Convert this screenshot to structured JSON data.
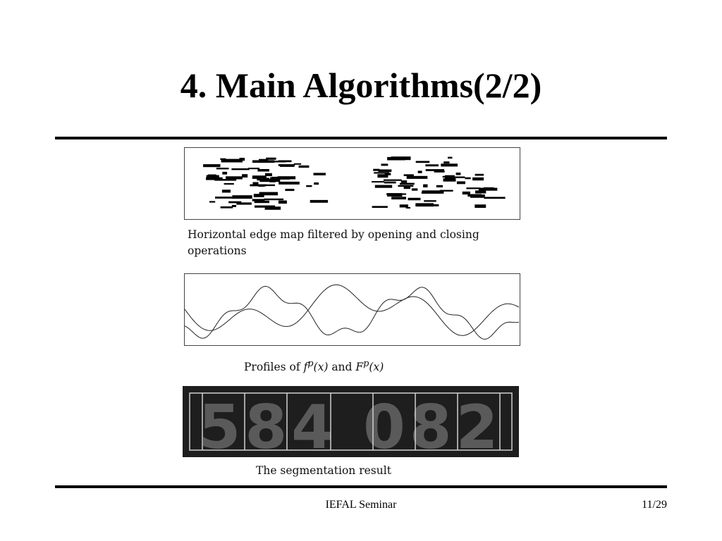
{
  "slide": {
    "title": "4. Main Algorithms(2/2)"
  },
  "figures": {
    "edge_map": {
      "caption": "Horizontal edge map filtered by opening and closing operations"
    },
    "profiles": {
      "caption_prefix": "Profiles of ",
      "f_lower": "f",
      "f_lower_sup": "p",
      "f_arg": "(x)",
      "and": " and ",
      "f_upper": "F",
      "f_upper_sup": "p",
      "f_upper_arg": "(x)"
    },
    "segmentation": {
      "caption": "The segmentation result",
      "digits": "584 082"
    }
  },
  "footer": {
    "center": "IEFAL Seminar",
    "page": "11/29"
  }
}
